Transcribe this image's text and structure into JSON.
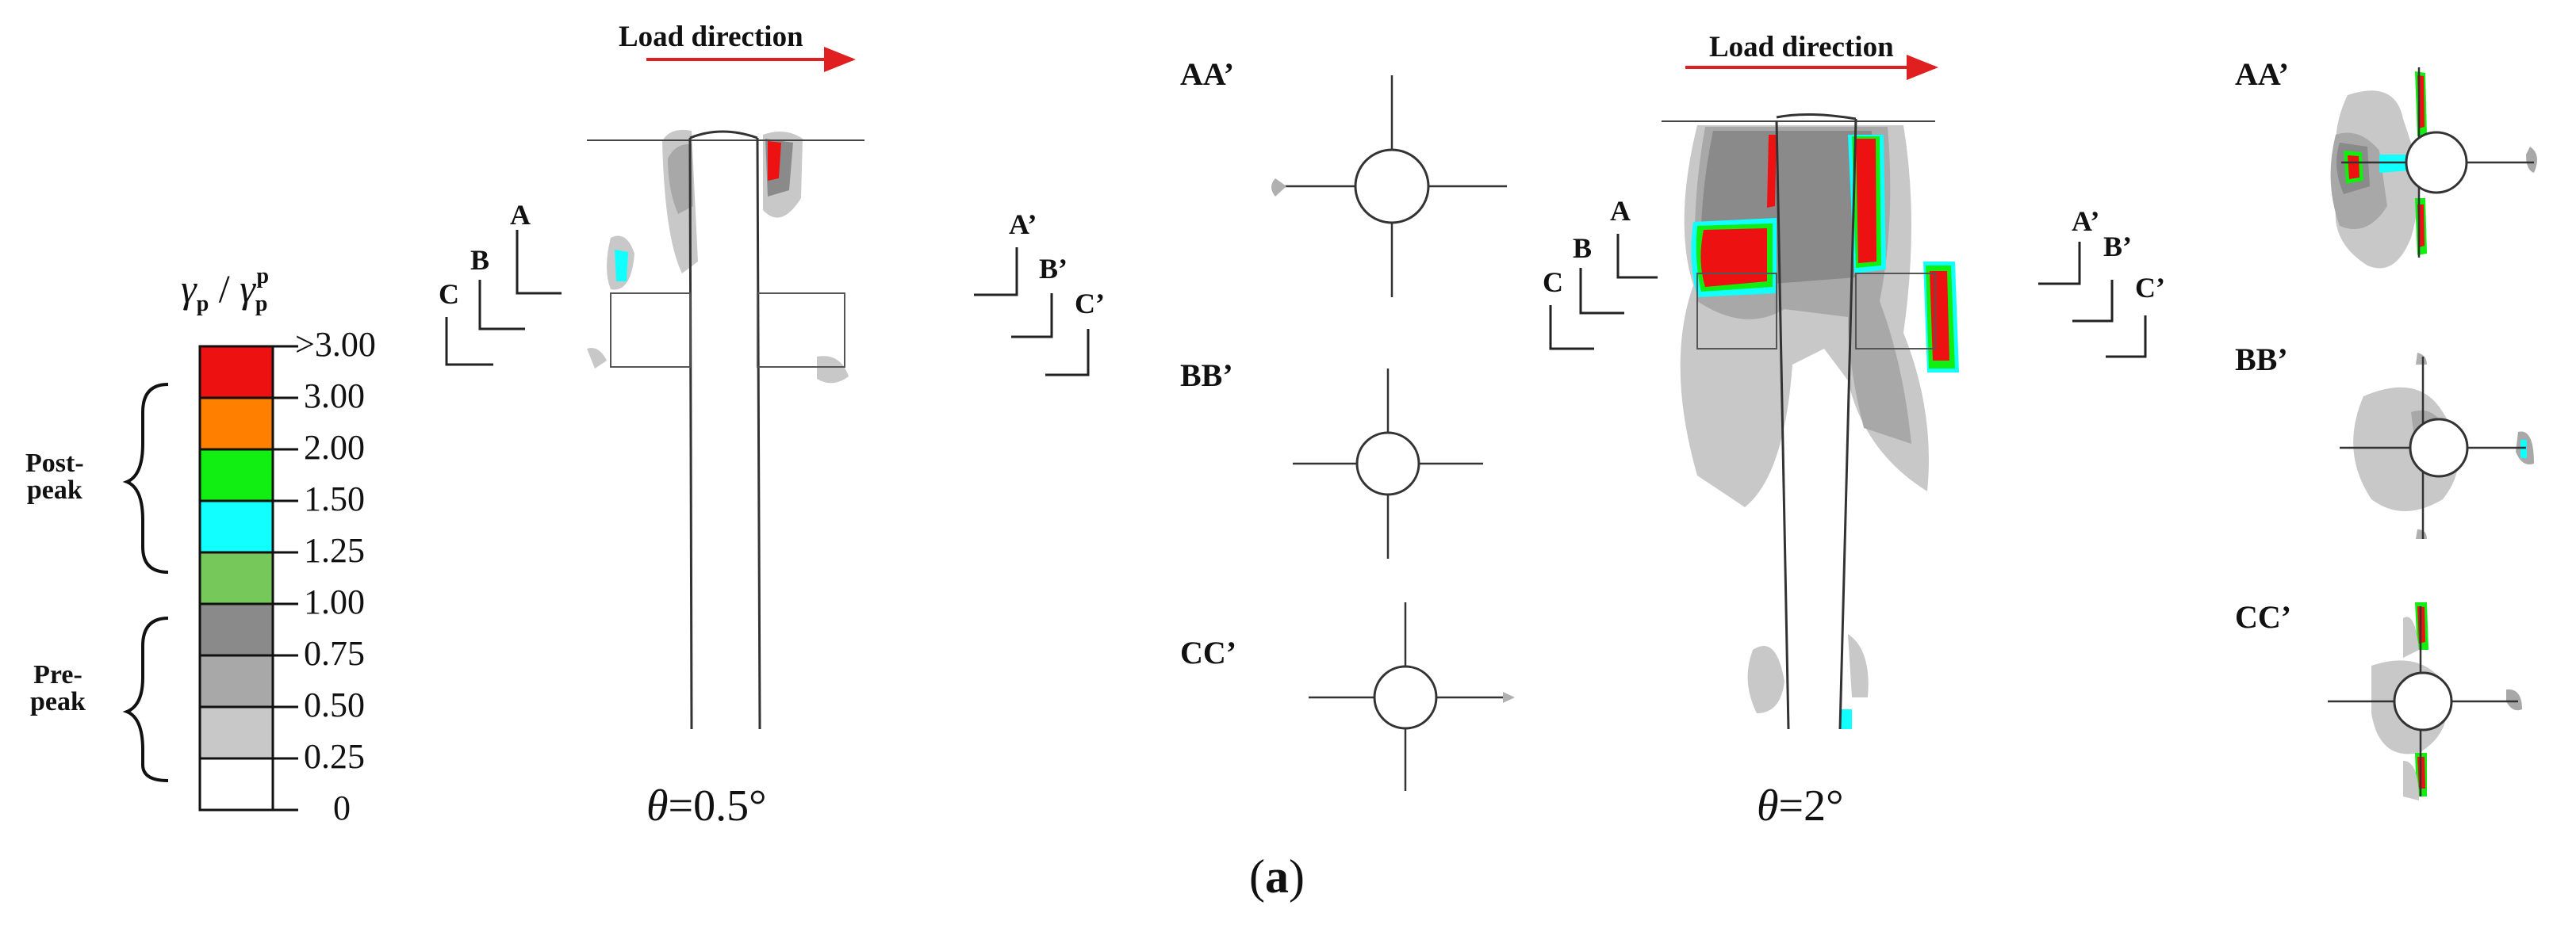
{
  "legend": {
    "title_symbol": "γ",
    "title_sub": "p",
    "title_sep": "/",
    "title_symbol2": "γ",
    "title_sub2": "p",
    "title_sup2": "p",
    "bins": [
      {
        "color": "#ee1111"
      },
      {
        "color": "#ff8000"
      },
      {
        "color": "#11ee11"
      },
      {
        "color": "#11ffff"
      },
      {
        "color": "#77c85a"
      },
      {
        "color": "#8a8a8a"
      },
      {
        "color": "#a8a8a8"
      },
      {
        "color": "#c8c8c8"
      },
      {
        "color": "#ffffff"
      }
    ],
    "tick_labels": [
      ">3.00",
      "3.00",
      "2.00",
      "1.50",
      "1.25",
      "1.00",
      "0.75",
      "0.50",
      "0.25",
      "0"
    ],
    "groups": [
      {
        "line1": "Post-",
        "line2": "peak"
      },
      {
        "line1": "Pre-",
        "line2": "peak"
      }
    ]
  },
  "panels": [
    {
      "load_label": "Load direction",
      "theta_label": "=0.5°",
      "section_letters": {
        "a": "A",
        "b": "B",
        "c": "C",
        "a2": "A’",
        "b2": "B’",
        "c2": "C’"
      },
      "sections": [
        "AA’",
        "BB’",
        "CC’"
      ]
    },
    {
      "load_label": "Load direction",
      "theta_label": "=2°",
      "section_letters": {
        "a": "A",
        "b": "B",
        "c": "C",
        "a2": "A’",
        "b2": "B’",
        "c2": "C’"
      },
      "sections": [
        "AA’",
        "BB’",
        "CC’"
      ]
    }
  ],
  "theta_symbol": "θ",
  "caption": {
    "open": "(",
    "letter": "a",
    "close": ")"
  },
  "colors": {
    "load_arrow": "#e02020",
    "outline": "#333333"
  }
}
